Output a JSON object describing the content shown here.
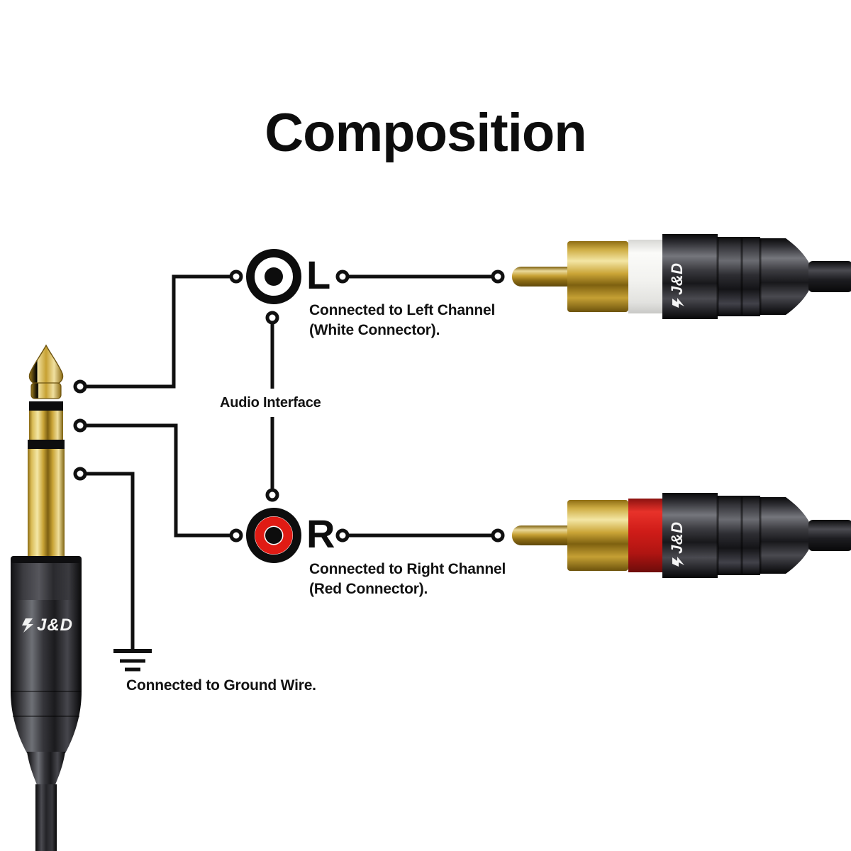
{
  "title": "Composition",
  "brand": "J&D",
  "labels": {
    "audio_interface": "Audio Interface",
    "ground_caption": "Connected to Ground Wire."
  },
  "channels": [
    {
      "id": "left",
      "letter": "L",
      "caption": "Connected to Left Channel\n(White Connector).",
      "collar_color": "#f4f4f2",
      "ring_color": "#111111",
      "connector_name": "rca-connector-white"
    },
    {
      "id": "right",
      "letter": "R",
      "caption": "Connected to Right Channel\n(Red Connector).",
      "collar_color": "#cf1c18",
      "ring_color": "#e01b14",
      "connector_name": "rca-connector-red"
    }
  ],
  "plug": {
    "type": "trs-6.35mm-plug",
    "contacts": [
      "tip",
      "ring",
      "sleeve"
    ],
    "barrel_color": "#2a2a2c",
    "metal_color": "#c8a63a"
  },
  "colors": {
    "line": "#101010",
    "gold": "#d8b23c",
    "gold_dark": "#8a6a14",
    "red": "#e01b14",
    "white_collar": "#f2f2f0",
    "grip_dark": "#242427",
    "grip_light": "#8f9094",
    "background": "#ffffff"
  }
}
